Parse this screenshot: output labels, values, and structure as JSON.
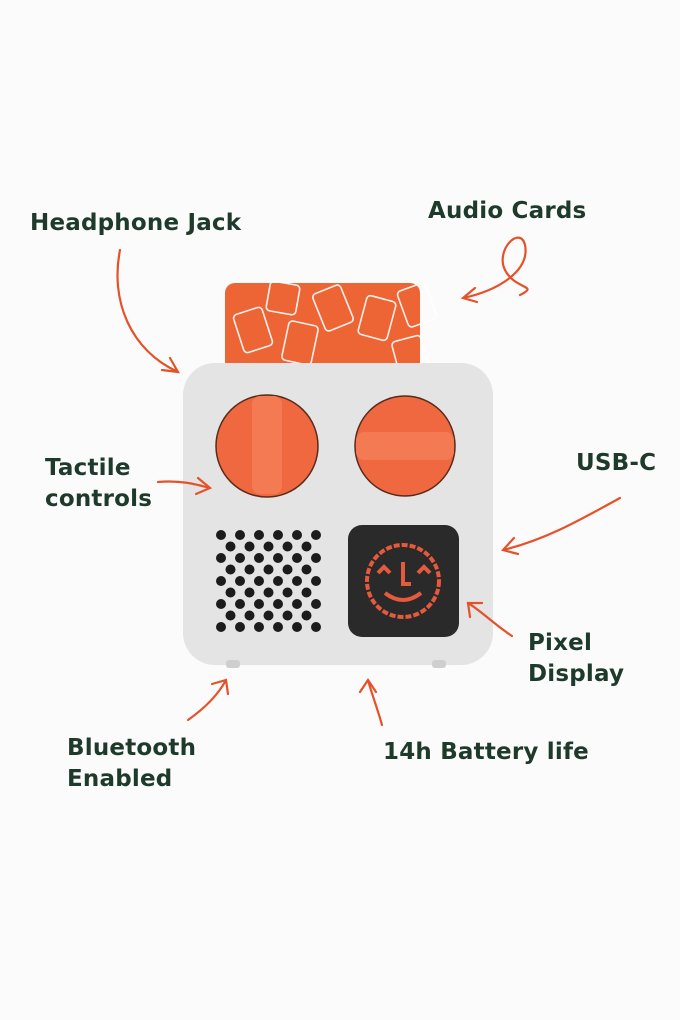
{
  "labels": {
    "headphone_jack": "Headphone Jack",
    "audio_cards": "Audio Cards",
    "tactile_line1": "Tactile",
    "tactile_line2": "controls",
    "usb_c": "USB-C",
    "pixel_line1": "Pixel",
    "pixel_line2": "Display",
    "bluetooth_line1": "Bluetooth",
    "bluetooth_line2": "Enabled",
    "battery": "14h Battery life"
  },
  "colors": {
    "accent": "#ee6535",
    "arrow": "#e5522a",
    "text": "#1e3a2b",
    "body": "#e4e4e4",
    "screen": "#2a2a2a"
  }
}
